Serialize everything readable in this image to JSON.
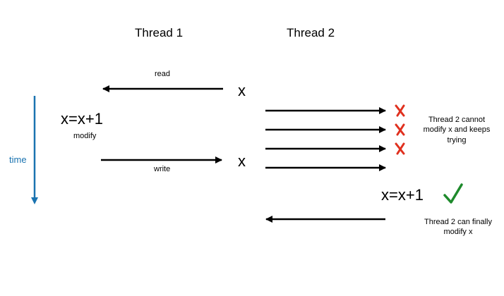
{
  "headers": {
    "thread1": "Thread 1",
    "thread2": "Thread 2"
  },
  "time_label": "time",
  "thread1": {
    "read_label": "read",
    "write_label": "write",
    "expression": "x=x+1",
    "modify_label": "modify"
  },
  "variables": {
    "x_top": "x",
    "x_bottom": "x"
  },
  "thread2": {
    "expression": "x=x+1",
    "cannot_note": "Thread 2 cannot modify x and keeps trying",
    "finally_note": "Thread 2 can finally modify x"
  },
  "colors": {
    "time_axis": "#1a73b0",
    "fail_mark": "#e0301e",
    "success_mark": "#1e8a2c"
  },
  "icons": {
    "fail": "cross-icon",
    "success": "check-icon"
  }
}
